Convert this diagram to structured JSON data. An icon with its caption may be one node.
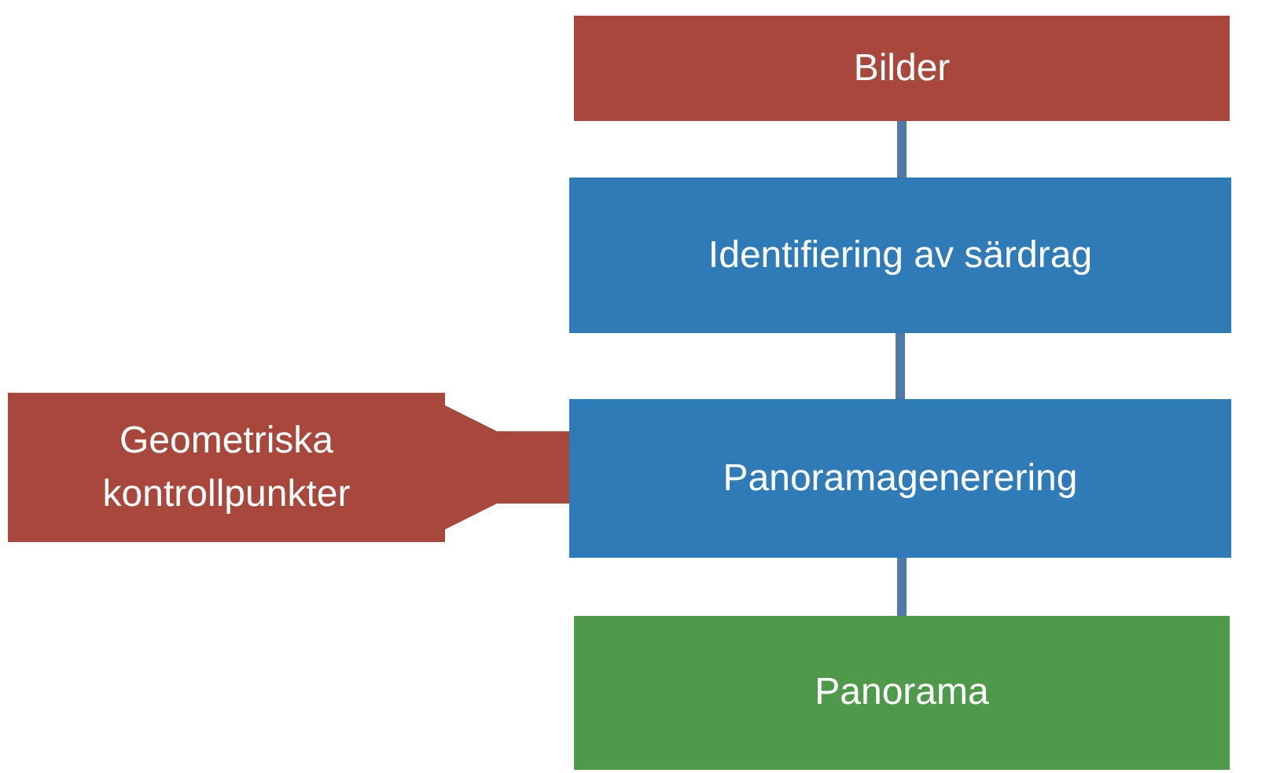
{
  "diagram": {
    "nodes": [
      {
        "text": [
          "Bilder"
        ]
      },
      {
        "text": [
          "Identifiering av särdrag"
        ]
      },
      {
        "text": [
          "Panoramagenerering"
        ]
      },
      {
        "text": [
          "Panorama"
        ]
      },
      {
        "text": [
          "Geometriska kontrollpunkter"
        ]
      }
    ],
    "edges": [
      {
        "from": 0,
        "to": 1,
        "arrow": "none"
      },
      {
        "from": 1,
        "to": 2,
        "arrow": "none"
      },
      {
        "from": 2,
        "to": 3,
        "arrow": "none"
      },
      {
        "from": 4,
        "to": 2,
        "arrow": "to",
        "style": "thick",
        "color": "#a8473b"
      }
    ]
  }
}
